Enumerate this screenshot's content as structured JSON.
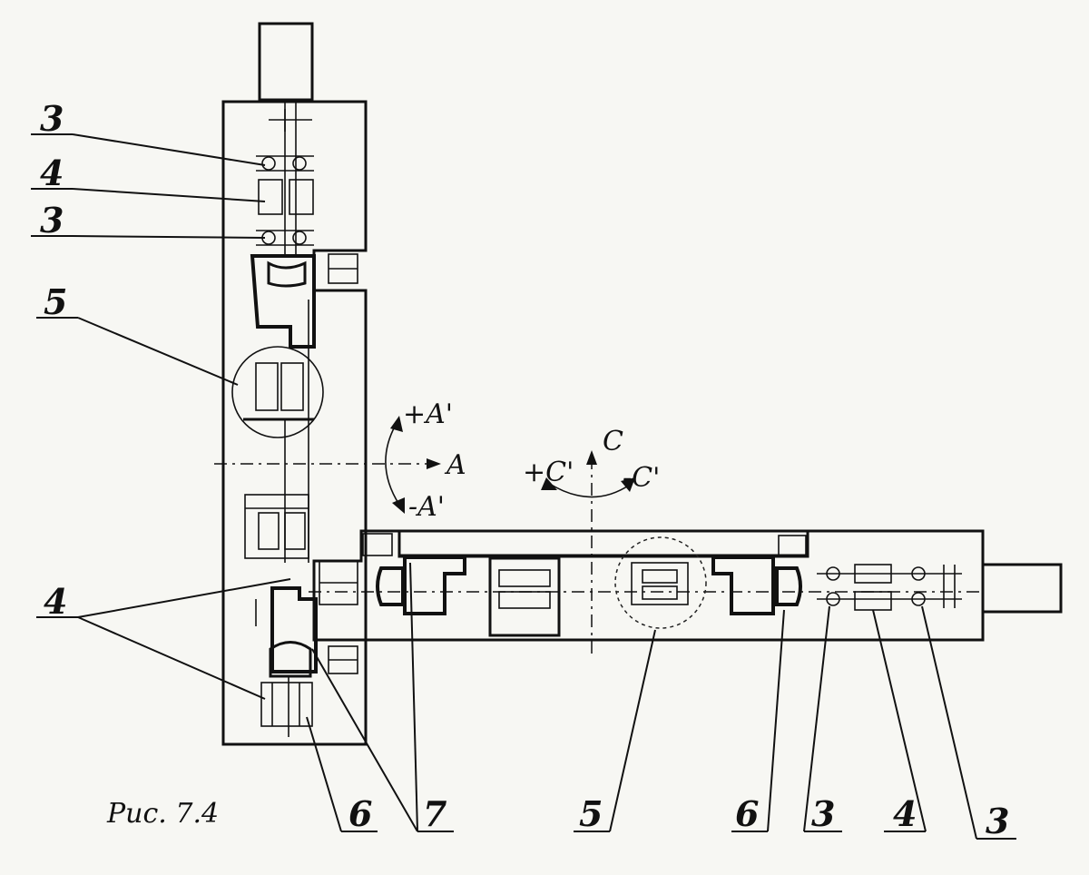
{
  "caption": "Рис. 7.4",
  "callouts": {
    "l3_top": "3",
    "l4_top": "4",
    "l3_mid": "3",
    "l5_left": "5",
    "l4_bottom": "4",
    "l6_left": "6",
    "l7": "7",
    "l5_bottom": "5",
    "l6_right": "6",
    "l3_b1": "3",
    "l4_b": "4",
    "l3_b2": "3"
  },
  "axes": {
    "a": "A",
    "a_plus": "+A'",
    "a_minus": "-A'",
    "c": "C",
    "c_plus": "+C'",
    "c_minus": "-C'"
  }
}
